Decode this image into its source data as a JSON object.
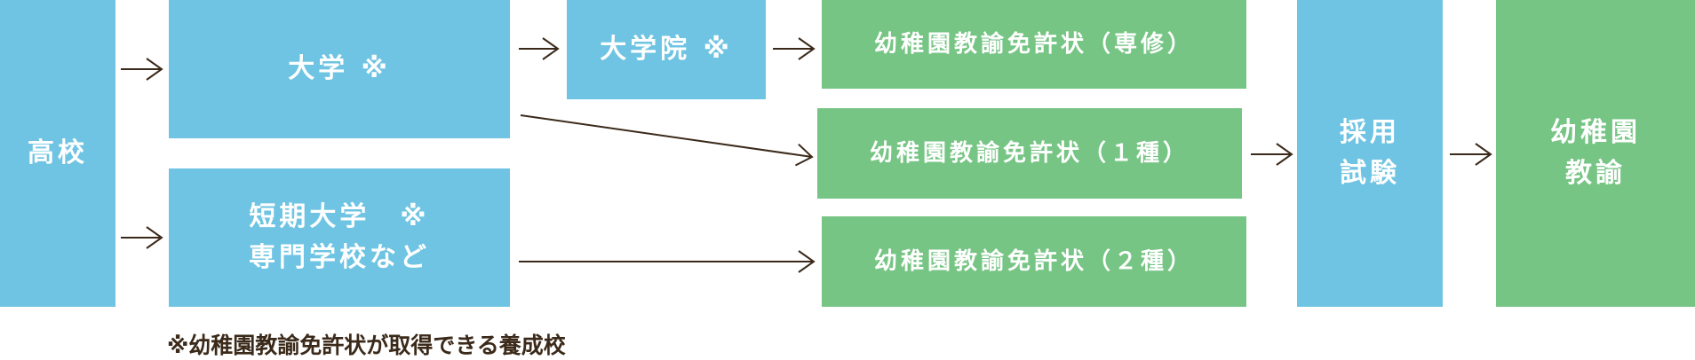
{
  "nodes": {
    "high_school": "高校",
    "university": "大学 ※",
    "junior_college": "短期大学　※\n専門学校など",
    "graduate_school": "大学院 ※",
    "license_senshu": "幼稚園教諭免許状（専修）",
    "license_first": "幼稚園教諭免許状（１種）",
    "license_second": "幼稚園教諭免許状（２種）",
    "exam": "採用\n試験",
    "teacher": "幼稚園\n教諭"
  },
  "footnote": "※幼稚園教諭免許状が取得できる養成校",
  "colors": {
    "school_box": "#6ec4e2",
    "license_box": "#76c584",
    "arrow": "#3b2a1a",
    "text": "#ffffff"
  }
}
